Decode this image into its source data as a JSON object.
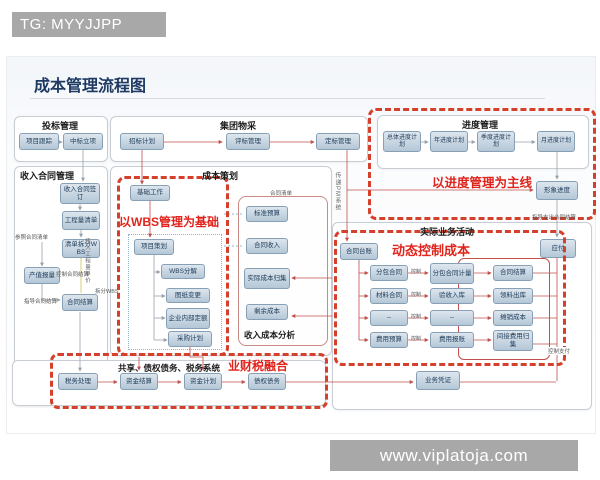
{
  "watermarks": {
    "top": "TG: MYYJJPP",
    "bottom": "www.viplatoja.com"
  },
  "page_title": "成本管理流程图",
  "colors": {
    "accent_red_dash": "#d4402b",
    "annotation_red": "#e0241c",
    "node_fill": "#bfd0de",
    "title_navy": "#1e3a63",
    "watermark_gray": "#a8a8a8"
  },
  "sections": {
    "bidding": {
      "title": "投标管理",
      "nodes": {
        "track": "项目跟踪",
        "win": "中标立项"
      }
    },
    "procurement": {
      "title": "集团物采",
      "nodes": {
        "plan": "招标计划",
        "evaluate": "评标管理",
        "award": "定标管理"
      }
    },
    "progress": {
      "title": "进度管理",
      "annotation": "以进度管理为主线",
      "nodes": {
        "overall": "总体进度计划",
        "annual": "年进度计划",
        "quarterly": "季度进度计划",
        "monthly": "月进度计划",
        "visual": "形象进度"
      }
    },
    "income_contract": {
      "title": "收入合同管理",
      "nodes": {
        "sign": "收入合同签订",
        "boq": "工程量清单",
        "split": "清单拆分WBS",
        "output": "产值报量",
        "settle": "合同结算"
      },
      "labels": {
        "refer": "参照合同清单",
        "control": "控制合同结算",
        "guide": "指导合同结算"
      }
    },
    "cost_planning": {
      "title": "成本策划",
      "annotation": "以WBS管理为基础",
      "nodes": {
        "basic": "基础工作",
        "planning": "项目策划",
        "wbs": "WBS分解",
        "drawing": "图纸变更",
        "quota": "企业内部定额",
        "purchase": "采购计划"
      },
      "analysis": {
        "label": "收入成本分析",
        "list_label": "合同清单",
        "nodes": {
          "budget": "标准预算",
          "income": "合同收入",
          "actual": "实际成本归集",
          "remain": "剩余成本"
        }
      }
    },
    "business": {
      "title": "实际业务活动",
      "annotation": "动态控制成本",
      "control_label": "控制",
      "pay_label": "控制支付",
      "nodes": {
        "ledger": "合同台账",
        "payable": "应付",
        "voucher": "业务凭证"
      },
      "rows": [
        {
          "left": "分包合同",
          "mid": "分包合同计量",
          "right": "合同结算"
        },
        {
          "left": "材料合同",
          "mid": "验收入库",
          "right": "领料出库"
        },
        {
          "left": "--",
          "mid": "--",
          "right": "摊销成本"
        },
        {
          "left": "费用预算",
          "mid": "费用报账",
          "right": "间接费用归集"
        }
      ]
    },
    "finance": {
      "title": "共享、债权债务、税务系统",
      "annotation": "业财税融合",
      "nodes": {
        "tax": "税务处理",
        "fund_settle": "资金结算",
        "fund_plan": "资金计划",
        "debt": "债权债务"
      }
    }
  },
  "edge_labels": {
    "pm_system": "传递PM系统",
    "guide_pay": "指导支出合同结算",
    "unit_price": "传入工程量单价",
    "split_wbs": "拆分WBS"
  }
}
